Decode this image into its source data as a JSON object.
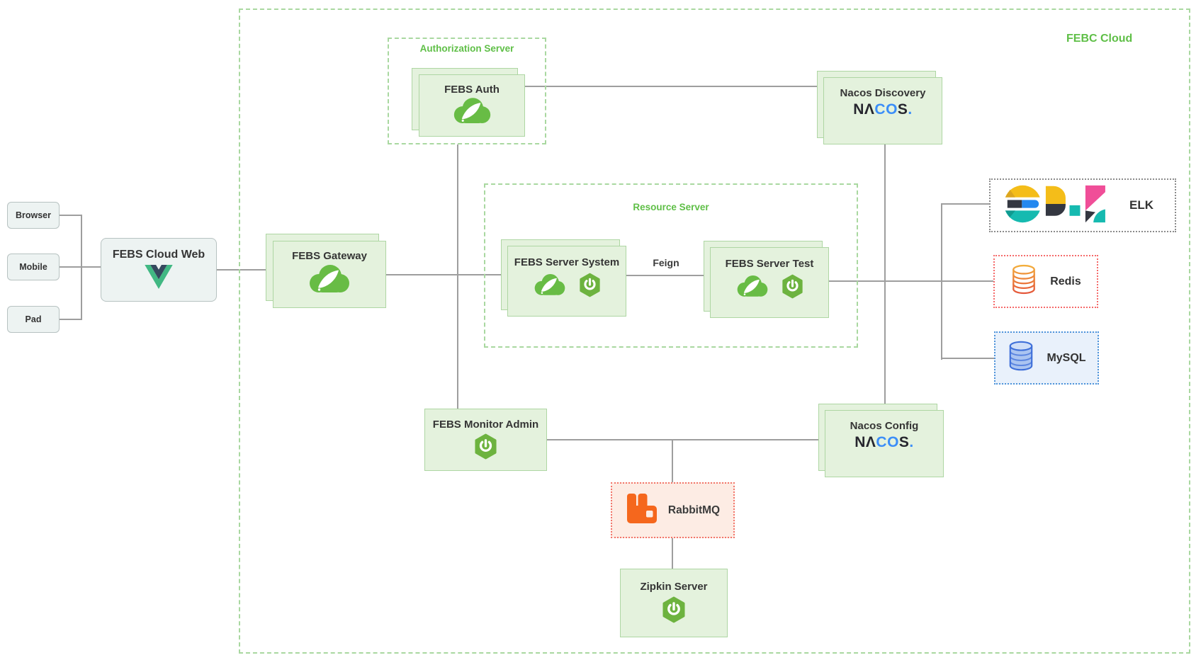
{
  "title": "FEBC Cloud",
  "groups": {
    "cloud": {
      "label": "FEBC Cloud"
    },
    "auth": {
      "label": "Authorization Server"
    },
    "resource": {
      "label": "Resource Server"
    }
  },
  "nodes": {
    "browser": {
      "label": "Browser"
    },
    "mobile": {
      "label": "Mobile"
    },
    "pad": {
      "label": "Pad"
    },
    "web": {
      "label": "FEBS Cloud Web",
      "icon": "vue-logo"
    },
    "gateway": {
      "label": "FEBS Gateway",
      "icon": "spring-cloud"
    },
    "auth": {
      "label": "FEBS Auth",
      "icon": "spring-cloud"
    },
    "system": {
      "label": "FEBS Server System",
      "icons": [
        "spring-cloud",
        "spring-boot"
      ]
    },
    "test": {
      "label": "FEBS Server Test",
      "icons": [
        "spring-cloud",
        "spring-boot"
      ]
    },
    "discovery": {
      "label": "Nacos Discovery",
      "icon": "nacos-wordmark"
    },
    "config": {
      "label": "Nacos Config",
      "icon": "nacos-wordmark"
    },
    "monitor": {
      "label": "FEBS Monitor Admin",
      "icon": "spring-boot"
    },
    "rabbitmq": {
      "label": "RabbitMQ",
      "icon": "rabbitmq-rabbit"
    },
    "zipkin": {
      "label": "Zipkin Server",
      "icon": "spring-boot"
    },
    "elk": {
      "label": "ELK",
      "icon": "elk-letters-logo"
    },
    "redis": {
      "label": "Redis",
      "icon": "database-cylinder"
    },
    "mysql": {
      "label": "MySQL",
      "icon": "database-cylinder"
    }
  },
  "edges": {
    "feign_label": "Feign"
  },
  "nacos_wordmark": {
    "na": "NΛ",
    "co": "CO",
    "s": "S",
    "dot": "."
  },
  "colors": {
    "group_border": "#a9d8a0",
    "group_label_green": "#5fbf47",
    "card_fill": "#e4f2dd",
    "card_border": "#aed6a3",
    "client_fill": "#edf3f2",
    "client_border": "#b7c2c1",
    "connector_line": "#9e9e9e",
    "spring_cloud_green": "#68bc45",
    "spring_boot_green": "#6db33f",
    "vue_green": "#41b883",
    "vue_dark": "#35495e",
    "nacos_blue": "#3b8ef8",
    "nacos_dark": "#26262e",
    "rabbit_orange": "#f5671d",
    "rabbit_box_fill": "#fdece4",
    "rabbit_box_border": "#f2766b",
    "redis_box_border": "#f56a6a",
    "redis_gradient": [
      "#f4b43c",
      "#e34f3b"
    ],
    "mysql_box_border": "#4f94da",
    "mysql_box_fill": "#e9f1fb",
    "mysql_icon_blue": "#3e6fd9",
    "elk_box_border": "#8b8b8b",
    "elk_yellow": "#f4bd19",
    "elk_dark": "#343741",
    "elk_blue": "#2488ef",
    "elk_teal": "#16bab0",
    "elk_pink": "#f04e98"
  }
}
